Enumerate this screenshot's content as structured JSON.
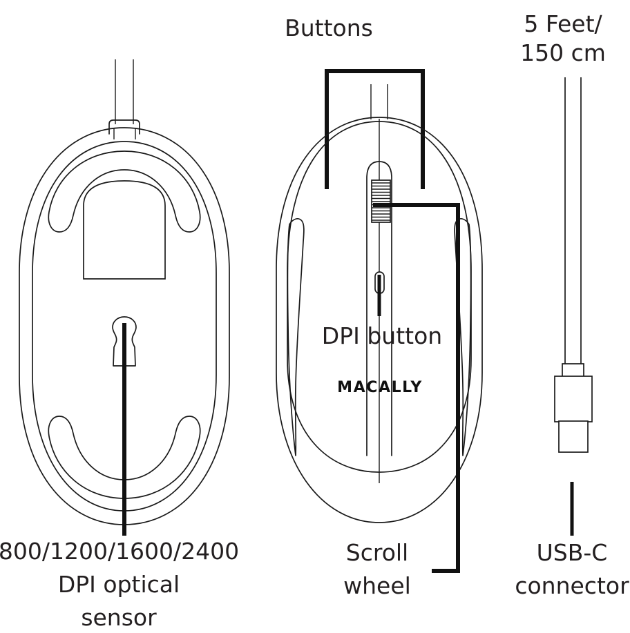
{
  "diagram": {
    "title": "Macally wired optical mouse callout diagram",
    "background_color": "#ffffff",
    "line_color": "#1a1a1a",
    "leader_color": "#111111",
    "text_color": "#231f20"
  },
  "labels": {
    "buttons": "Buttons",
    "cable_length_line1": "5 Feet/",
    "cable_length_line2": "150 cm",
    "dpi_button": "DPI button",
    "brand": "MACALLY",
    "scroll_wheel_line1": "Scroll",
    "scroll_wheel_line2": "wheel",
    "usb_line1": "USB-C",
    "usb_line2": "connector",
    "sensor_line1": "800/1200/1600/2400",
    "sensor_line2": "DPI optical",
    "sensor_line3": "sensor"
  },
  "views": {
    "bottom_view": {
      "name": "mouse-bottom-view",
      "features": [
        "outer-shell-outline",
        "inner-shell-contour",
        "top-glide-pad",
        "bottom-glide-pad",
        "label-plate",
        "optical-sensor-housing",
        "cable-strain-relief",
        "cable"
      ]
    },
    "top_view": {
      "name": "mouse-top-view",
      "features": [
        "outer-shell-outline",
        "palm-rest-contour",
        "left-grip-inset",
        "right-grip-inset",
        "button-split-line",
        "scroll-wheel-channel",
        "scroll-wheel",
        "dpi-button"
      ]
    },
    "cable_view": {
      "name": "usb-c-cable-view",
      "features": [
        "cable",
        "strain-relief-collar",
        "connector-body",
        "connector-tip"
      ]
    }
  }
}
